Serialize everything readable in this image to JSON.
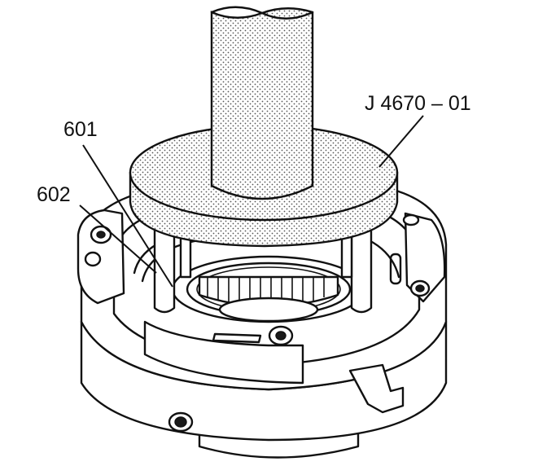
{
  "callouts": {
    "tool": "J 4670 – 01",
    "part_601": "601",
    "part_602": "602"
  },
  "colors": {
    "ink": "#111111",
    "tool_stipple": "#8a8a8a",
    "paper": "#ffffff"
  }
}
